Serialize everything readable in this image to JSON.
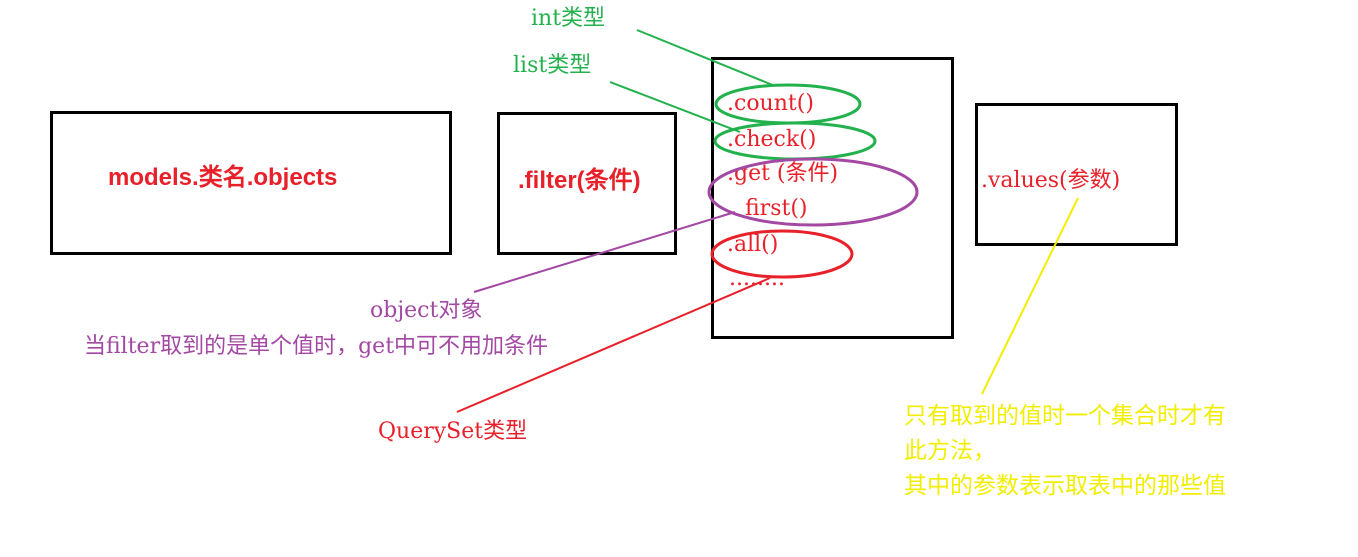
{
  "colors": {
    "red": "#e8202a",
    "green": "#22b14c",
    "purple": "#a349a4",
    "yellow": "#f2ee00",
    "black": "#000000"
  },
  "boxes": {
    "models": {
      "label": "models.类名.objects"
    },
    "filter": {
      "label": ".filter(条件)"
    },
    "values": {
      "label": ".values(参数)"
    }
  },
  "methods": {
    "count": ".count()",
    "check": ".check()",
    "get": ".get (条件)",
    "first": "first()",
    "all": ".all()",
    "ellipsis": "........"
  },
  "annotations": {
    "int_type": "int类型",
    "list_type": "list类型",
    "object_type": "object对象",
    "object_note": "当filter取到的是单个值时，get中可不用加条件",
    "queryset_type": "QuerySet类型",
    "values_note_1": "只有取到的值时一个集合时才有",
    "values_note_2": "此方法，",
    "values_note_3": "其中的参数表示取表中的那些值"
  }
}
